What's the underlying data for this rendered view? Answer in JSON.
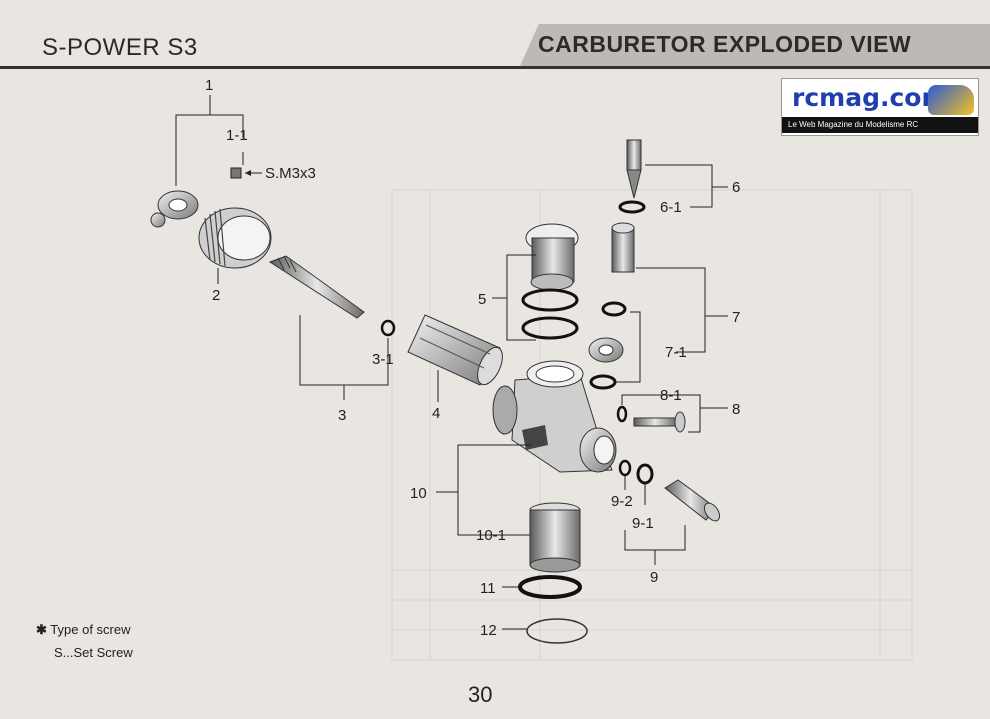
{
  "header": {
    "left_title": "S-POWER S3",
    "right_title": "CARBURETOR EXPLODED VIEW"
  },
  "logo": {
    "name": "rcmag.com",
    "tagline": "Le Web Magazine du Modelisme RC"
  },
  "labels": {
    "p1": "1",
    "p1_1": "1-1",
    "screw": "S.M3x3",
    "p2": "2",
    "p3": "3",
    "p3_1": "3-1",
    "p4": "4",
    "p5": "5",
    "p6": "6",
    "p6_1": "6-1",
    "p7": "7",
    "p7_1": "7-1",
    "p8": "8",
    "p8_1": "8-1",
    "p9": "9",
    "p9_1": "9-1",
    "p9_2": "9-2",
    "p10": "10",
    "p10_1": "10-1",
    "p11": "11",
    "p12": "12"
  },
  "notes": {
    "type_of_screw_mark": "✱",
    "type_of_screw": "Type of screw",
    "set_screw": "S...Set Screw"
  },
  "page_number": "30"
}
